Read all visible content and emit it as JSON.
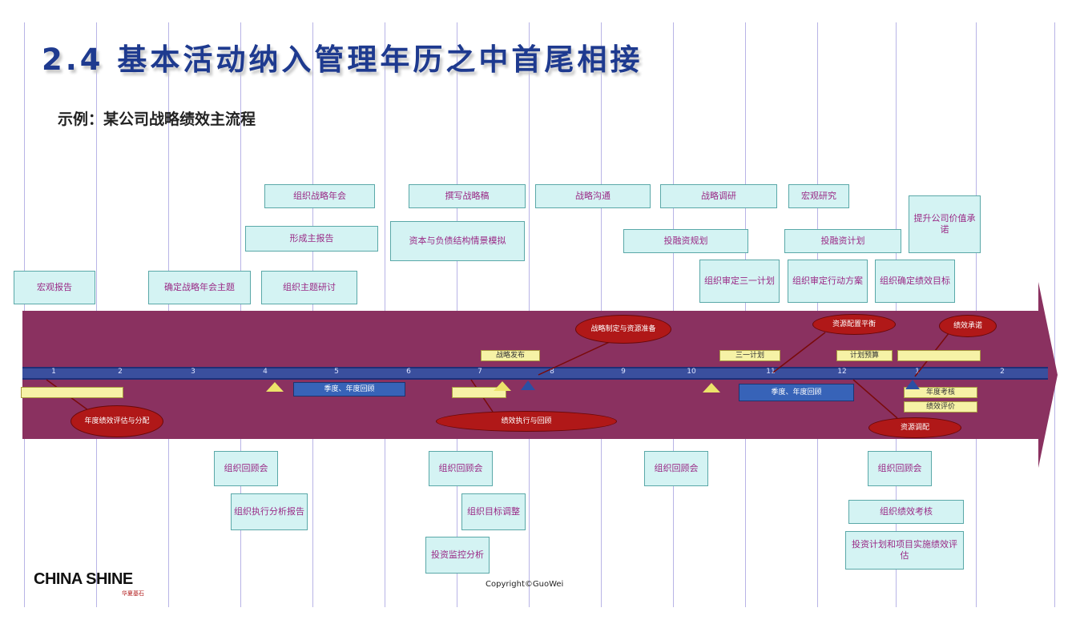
{
  "title": "2.4 基本活动纳入管理年历之中首尾相接",
  "subtitle": "示例：某公司战略绩效主流程",
  "months": [
    "1",
    "2",
    "3",
    "4",
    "5",
    "6",
    "7",
    "8",
    "9",
    "10",
    "11",
    "12",
    "1",
    "2"
  ],
  "upper_boxes": [
    "组织战略年会",
    "撰写战略稿",
    "战略沟通",
    "战略调研",
    "宏观研究",
    "形成主报告",
    "资本与负债结构情景模拟",
    "投融资规划",
    "投融资计划",
    "提升公司价值承诺",
    "宏观报告",
    "确定战略年会主题",
    "组织主题研讨",
    "组织审定三一计划",
    "组织审定行动方案",
    "组织确定绩效目标"
  ],
  "lower_boxes": [
    "组织回顾会",
    "组织回顾会",
    "组织回顾会",
    "组织回顾会",
    "组织执行分析报告",
    "组织目标调整",
    "投资监控分析",
    "组织绩效考核",
    "投资计划和项目实施绩效评估"
  ],
  "ellipses": [
    "战略制定与资源准备",
    "资源配置平衡",
    "绩效承诺",
    "年度绩效评估与分配",
    "绩效执行与回顾",
    "资源调配"
  ],
  "yellow_labels": [
    "战略发布",
    "三一计划",
    "计划预算",
    "",
    "",
    "",
    "年度考核",
    "绩效评价"
  ],
  "blue_labels": [
    "季度、年度回顾",
    "季度、年度回顾"
  ],
  "footer": {
    "logo": "CHINA SHINE",
    "logo_sub": "华夏基石",
    "copyright": "Copyright©GuoWei"
  }
}
